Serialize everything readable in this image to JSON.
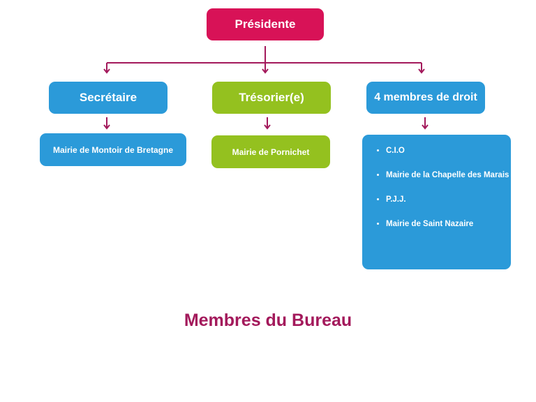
{
  "colors": {
    "magenta": "#d81257",
    "blue": "#2b9ad9",
    "green": "#94c11f",
    "connector": "#a3195b",
    "caption": "#a3195b"
  },
  "org": {
    "president": {
      "label": "Présidente"
    },
    "secretary": {
      "label": "Secrétaire",
      "detail": "Mairie de Montoir de Bretagne"
    },
    "treasurer": {
      "label": "Trésorier(e)",
      "detail": "Mairie de Pornichet"
    },
    "members": {
      "label": "4 membres de droit",
      "items": [
        "C.I.O",
        "Mairie de la Chapelle des Marais",
        "P.J.J.",
        "Mairie de Saint Nazaire"
      ]
    }
  },
  "caption": "Membres du Bureau"
}
